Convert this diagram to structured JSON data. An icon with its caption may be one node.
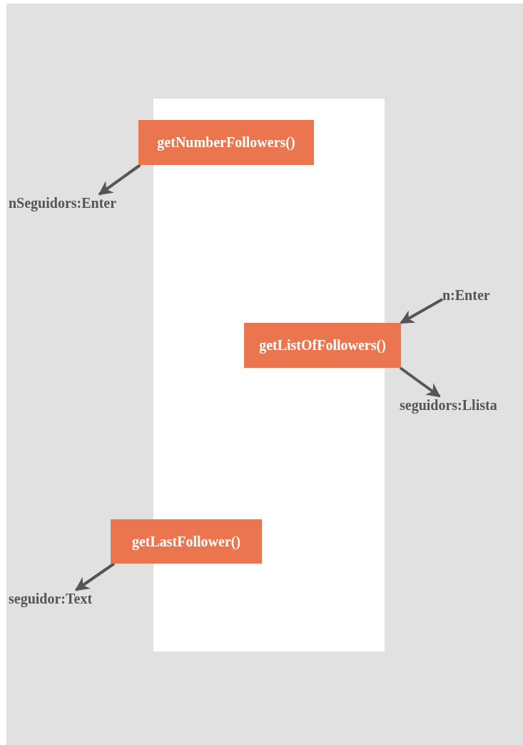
{
  "diagram": {
    "nodes": [
      {
        "text": [
          "getNumberFollowers()"
        ]
      },
      {
        "text": [
          "nSeguidors:Enter"
        ]
      },
      {
        "text": [
          "n:Enter"
        ]
      },
      {
        "text": [
          "getListOfFollowers()"
        ]
      },
      {
        "text": [
          "seguidors:Llista"
        ]
      },
      {
        "text": [
          "getLastFollower()"
        ]
      },
      {
        "text": [
          "seguidor:Text"
        ]
      }
    ],
    "edges": [
      {
        "from": 0,
        "to": 1,
        "arrow": "to"
      },
      {
        "from": 2,
        "to": 3,
        "arrow": "to"
      },
      {
        "from": 3,
        "to": 4,
        "arrow": "to"
      },
      {
        "from": 5,
        "to": 6,
        "arrow": "to"
      }
    ]
  }
}
